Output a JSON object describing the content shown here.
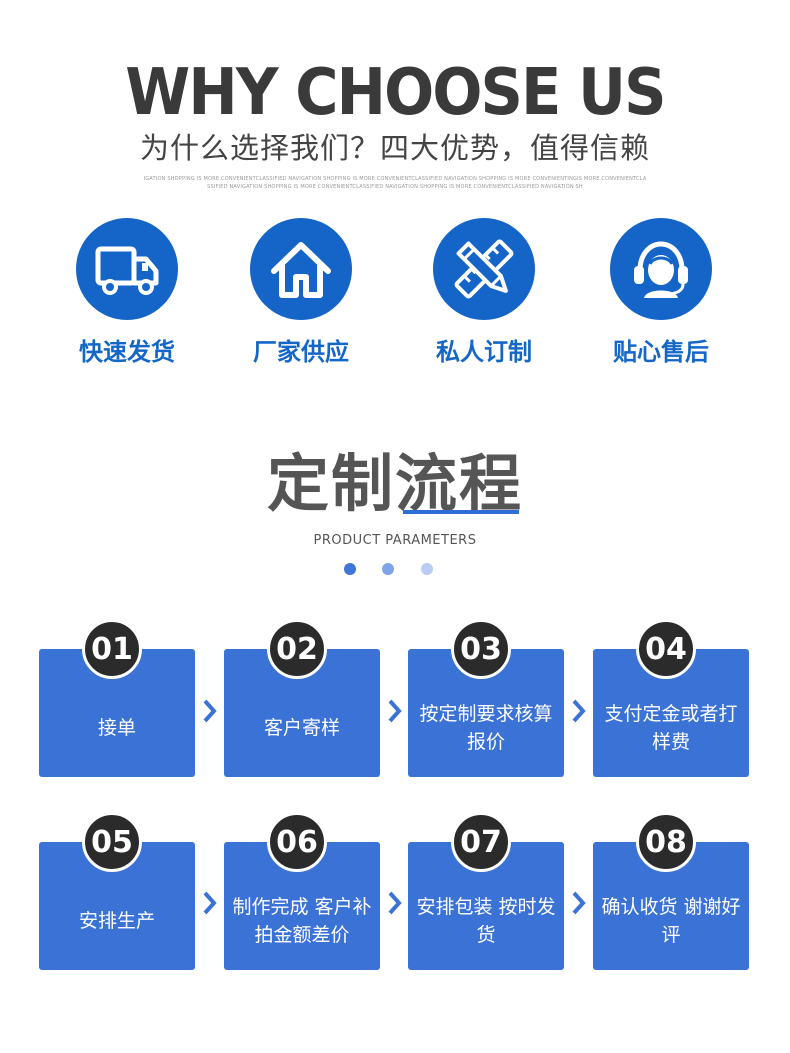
{
  "header": {
    "title": "WHY CHOOSE US",
    "subtitle": "为什么选择我们？四大优势，值得信赖",
    "tiny_line_1": "IGATION SHOPPING IS MORE CONVENIENTCLASSIFIED NAVIGATION SHOPPING IS MORE CONVENIENTCLASSIFIED NAVIGATION SHOPPING IS MORE CONVENIENTINGIS MORE CONVENIENTCLA",
    "tiny_line_2": "SSIFIED NAVIGATION SHOPPING IS MORE CONVENIENTCLASSIFIED NAVIGATION SHOPPING IS MORE CONVENIENTCLASSIFIED NAVIGATION SH"
  },
  "advantages": [
    {
      "label": "快速发货",
      "icon": "truck-icon"
    },
    {
      "label": "厂家供应",
      "icon": "house-icon"
    },
    {
      "label": "私人订制",
      "icon": "pencil-ruler-icon"
    },
    {
      "label": "贴心售后",
      "icon": "headset-icon"
    }
  ],
  "process": {
    "title": "定制流程",
    "subtitle": "PRODUCT PARAMETERS",
    "steps": [
      {
        "num": "01",
        "text": "接单"
      },
      {
        "num": "02",
        "text": "客户寄样"
      },
      {
        "num": "03",
        "text": "按定制要求核算报价"
      },
      {
        "num": "04",
        "text": "支付定金或者打样费"
      },
      {
        "num": "05",
        "text": "安排生产"
      },
      {
        "num": "06",
        "text": "制作完成 客户补拍金额差价"
      },
      {
        "num": "07",
        "text": "安排包装 按时发货"
      },
      {
        "num": "08",
        "text": "确认收货 谢谢好评"
      }
    ]
  },
  "colors": {
    "icon_blue": "#1465c7",
    "label_blue": "#1467c6",
    "step_blue": "#3a72d6",
    "number_dark": "#2b2b2b",
    "dot_1": "#3f75d6",
    "dot_2": "#7ea3e6",
    "dot_3": "#b9cdf2"
  }
}
